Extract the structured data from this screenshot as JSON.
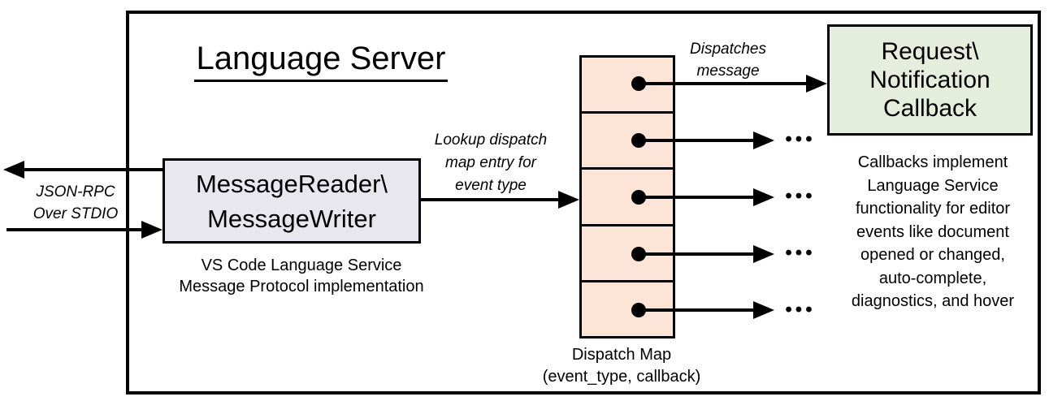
{
  "title": "Language Server",
  "io": {
    "line1": "JSON-RPC",
    "line2": "Over STDIO"
  },
  "reader": {
    "line1": "MessageReader\\",
    "line2": "MessageWriter",
    "caption1": "VS Code Language Service",
    "caption2": "Message Protocol implementation"
  },
  "lookup": {
    "line1": "Lookup dispatch",
    "line2": "map entry for",
    "line3": "event type"
  },
  "dispatch_map": {
    "caption1": "Dispatch Map",
    "caption2": "(event_type, callback)",
    "rows": 5
  },
  "dispatches": {
    "line1": "Dispatches",
    "line2": "message"
  },
  "callback": {
    "line1": "Request\\",
    "line2": "Notification",
    "line3": "Callback"
  },
  "note": [
    "Callbacks implement",
    "Language Service",
    "functionality for editor",
    "events like document",
    "opened or changed,",
    "auto-complete,",
    "diagnostics, and hover"
  ],
  "ellipsis": "•••",
  "colors": {
    "reader_fill": "#e8e7f0",
    "callback_fill": "#e5eedc",
    "dispatch_map_fill": "#fce4d6",
    "stroke": "#000000",
    "background": "#ffffff"
  }
}
